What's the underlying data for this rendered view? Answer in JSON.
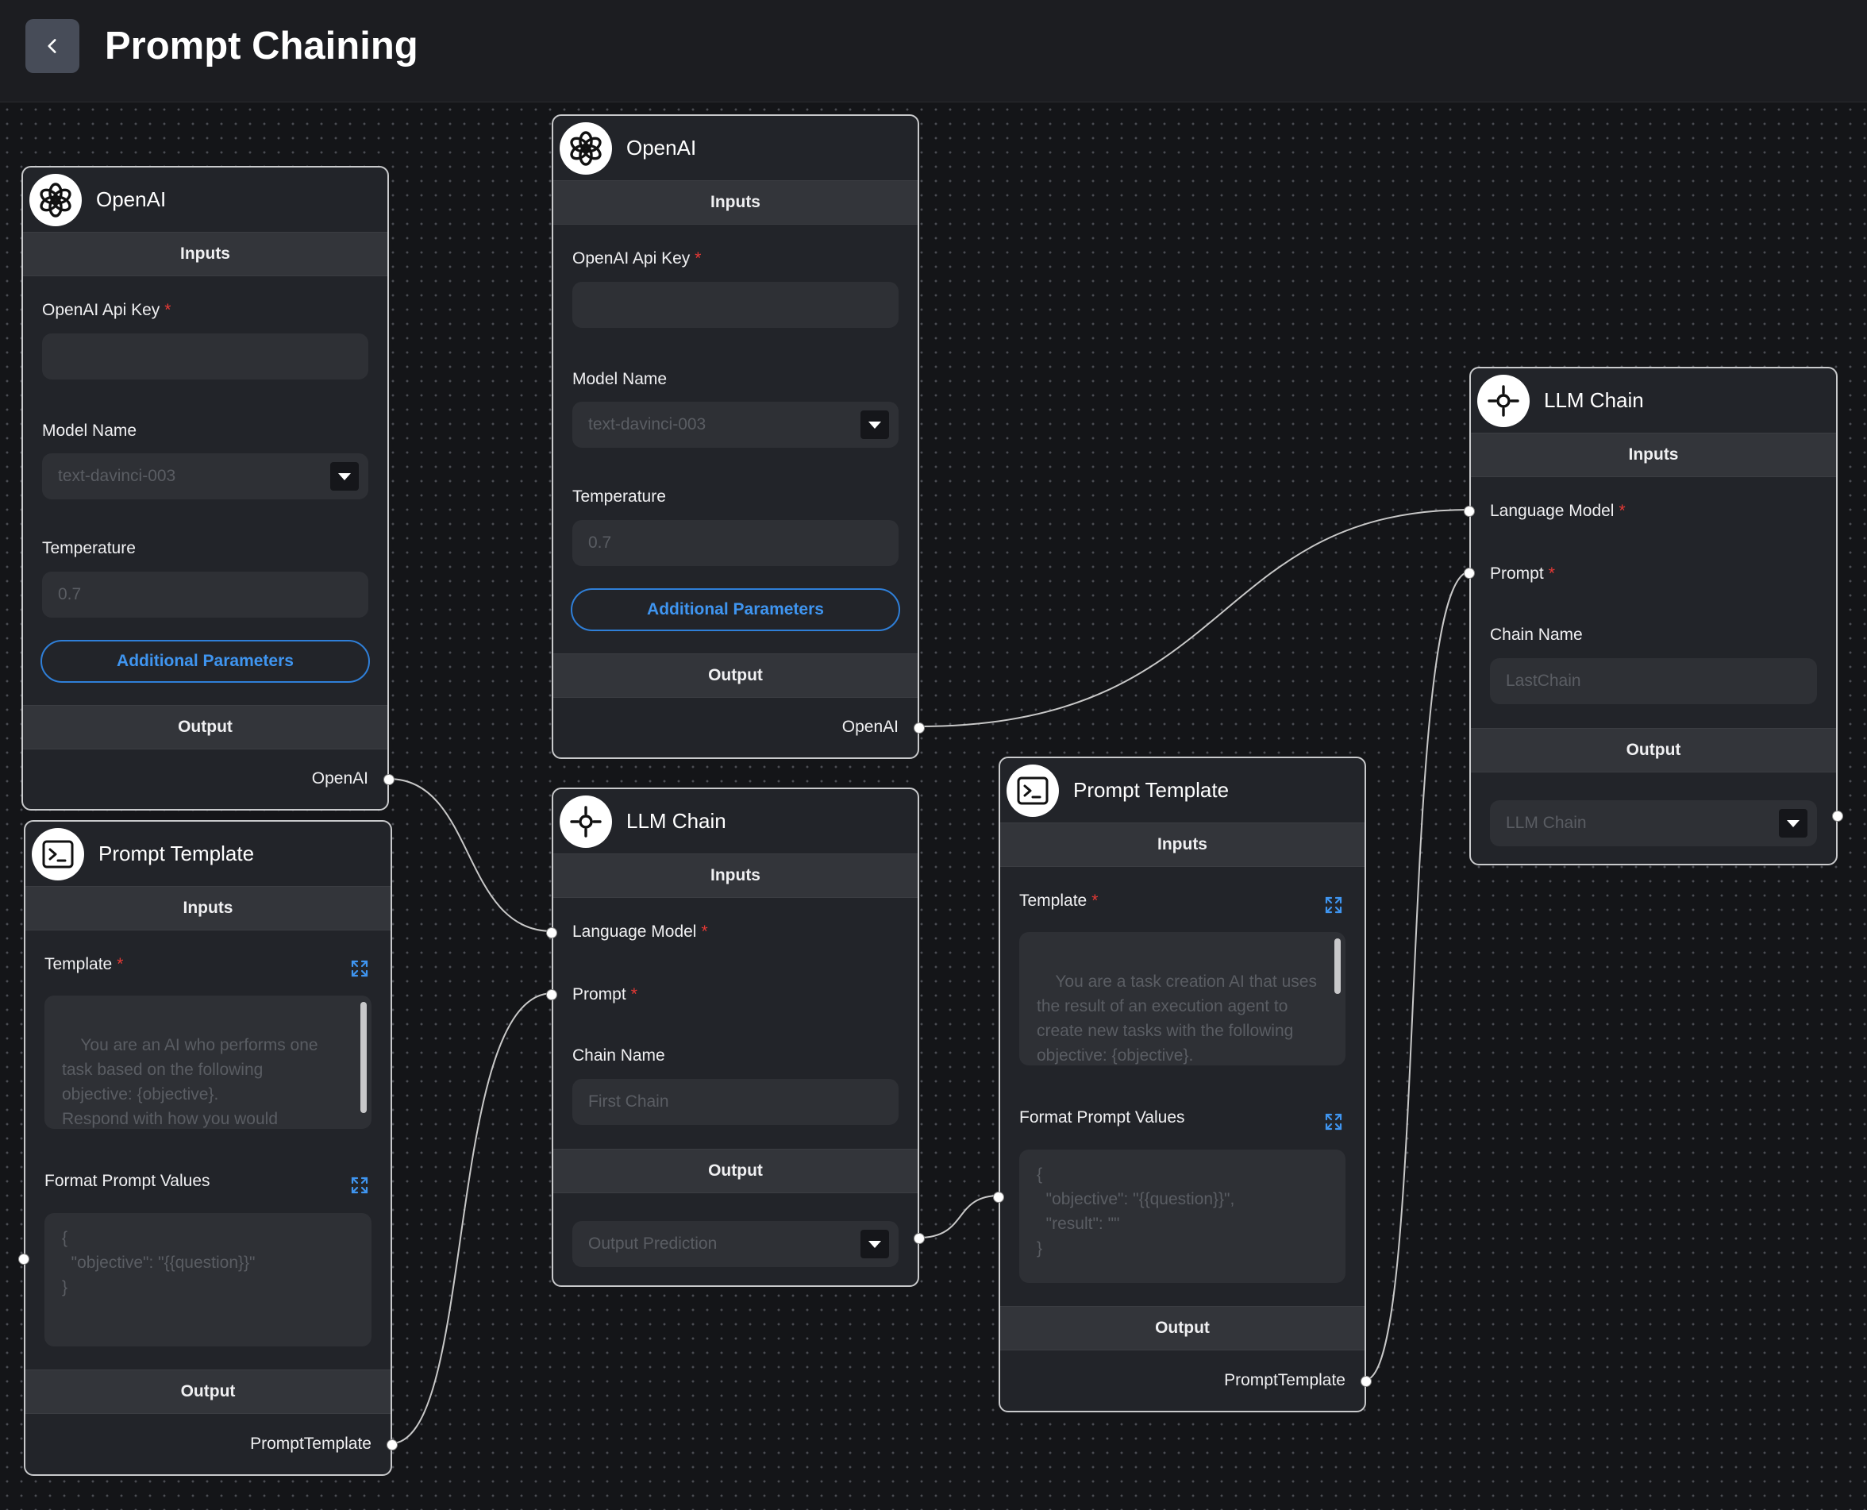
{
  "header": {
    "title": "Prompt Chaining",
    "back_icon": "chevron-left-icon"
  },
  "colors": {
    "accent": "#3f95f0",
    "required": "#e53935",
    "node_border": "#c9cacc",
    "canvas": "#141518"
  },
  "nodes": {
    "openai_1": {
      "title": "OpenAI",
      "inputs_label": "Inputs",
      "api_key_label": "OpenAI Api Key",
      "api_key_value": "",
      "model_label": "Model Name",
      "model_value": "text-davinci-003",
      "temperature_label": "Temperature",
      "temperature_value": "0.7",
      "additional_label": "Additional Parameters",
      "output_label": "Output",
      "output_name": "OpenAI"
    },
    "openai_2": {
      "title": "OpenAI",
      "inputs_label": "Inputs",
      "api_key_label": "OpenAI Api Key",
      "api_key_value": "",
      "model_label": "Model Name",
      "model_value": "text-davinci-003",
      "temperature_label": "Temperature",
      "temperature_value": "0.7",
      "additional_label": "Additional Parameters",
      "output_label": "Output",
      "output_name": "OpenAI"
    },
    "prompt_1": {
      "title": "Prompt Template",
      "inputs_label": "Inputs",
      "template_label": "Template",
      "template_value": "You are an AI who performs one\ntask based on the following\nobjective: {objective}.\nRespond with how you would\ncomplete this task:",
      "format_label": "Format Prompt Values",
      "format_value": "{\n  \"objective\": \"{{question}}\"\n}",
      "output_label": "Output",
      "output_name": "PromptTemplate"
    },
    "prompt_2": {
      "title": "Prompt Template",
      "inputs_label": "Inputs",
      "template_label": "Template",
      "template_value": "You are a task creation AI that uses\nthe result of an execution agent to\ncreate new tasks with the following\nobjective: {objective}.\nThe last completed task has the",
      "format_label": "Format Prompt Values",
      "format_value": "{\n  \"objective\": \"{{question}}\",\n  \"result\": \"\"\n}",
      "output_label": "Output",
      "output_name": "PromptTemplate"
    },
    "llm_1": {
      "title": "LLM Chain",
      "inputs_label": "Inputs",
      "language_model_label": "Language Model",
      "prompt_label": "Prompt",
      "chain_name_label": "Chain Name",
      "chain_name_value": "First Chain",
      "output_label": "Output",
      "output_value": "Output Prediction"
    },
    "llm_2": {
      "title": "LLM Chain",
      "inputs_label": "Inputs",
      "language_model_label": "Language Model",
      "prompt_label": "Prompt",
      "chain_name_label": "Chain Name",
      "chain_name_value": "LastChain",
      "output_label": "Output",
      "output_value": "LLM Chain"
    }
  },
  "edges": [
    {
      "from": "openai_1.OpenAI",
      "to": "llm_1.Language Model"
    },
    {
      "from": "prompt_1.PromptTemplate",
      "to": "llm_1.Prompt"
    },
    {
      "from": "openai_2.OpenAI",
      "to": "llm_2.Language Model"
    },
    {
      "from": "llm_1.Output Prediction",
      "to": "prompt_2.Format Prompt Values"
    },
    {
      "from": "prompt_2.PromptTemplate",
      "to": "llm_2.Prompt"
    }
  ]
}
